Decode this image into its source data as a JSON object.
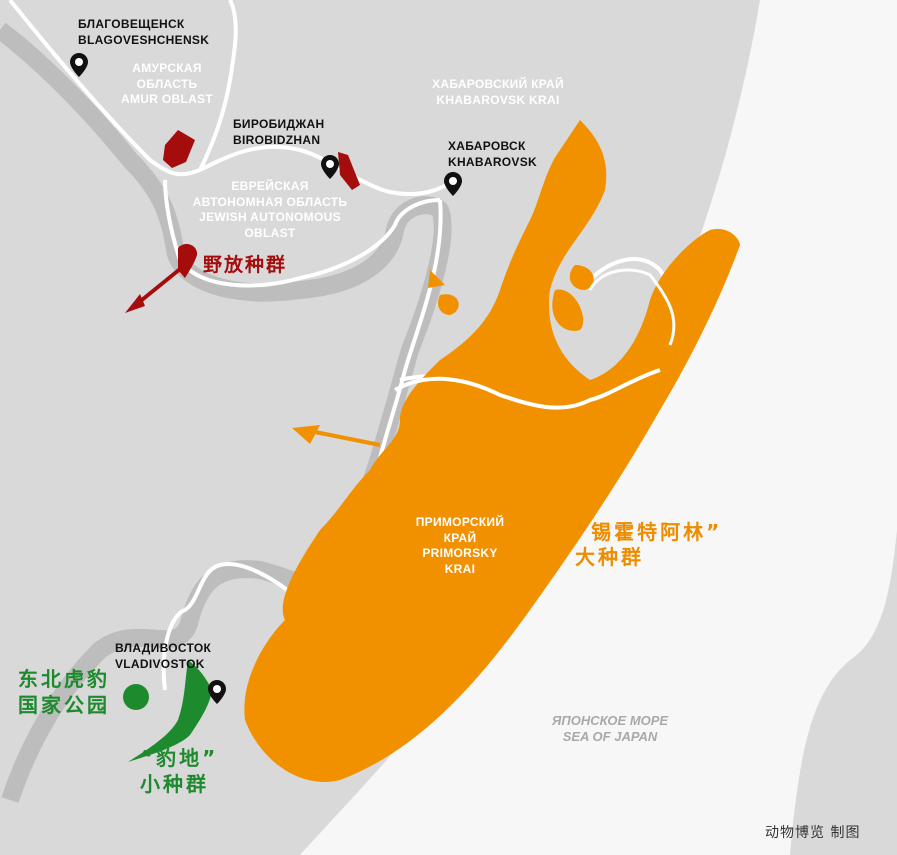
{
  "map": {
    "colors": {
      "land": "#d9d9d9",
      "land_shadow": "#bdbdbd",
      "sea": "#f7f7f7",
      "border": "#ffffff",
      "release_population": "#a50d0d",
      "sikhote_alin_population": "#f29100",
      "leopard_land_population": "#1e8a2e"
    },
    "cities": [
      {
        "name_ru": "БЛАГОВЕЩЕНСК",
        "name_en": "BLAGOVESHCHENSK",
        "icon": "map-pin-icon"
      },
      {
        "name_ru": "БИРОБИДЖАН",
        "name_en": "BIROBIDZHAN",
        "icon": "map-pin-icon"
      },
      {
        "name_ru": "ХАБАРОВСК",
        "name_en": "KHABAROVSK",
        "icon": "map-pin-icon"
      },
      {
        "name_ru": "ВЛАДИВОСТОК",
        "name_en": "VLADIVOSTOK",
        "icon": "map-pin-icon"
      }
    ],
    "regions": [
      {
        "name_ru_1": "АМУРСКАЯ",
        "name_ru_2": "ОБЛАСТЬ",
        "name_en": "AMUR OBLAST"
      },
      {
        "name_ru": "ХАБАРОВСКИЙ КРАЙ",
        "name_en": "KHABAROVSK KRAI"
      },
      {
        "name_ru_1": "ЕВРЕЙСКАЯ",
        "name_ru_2": "АВТОНОМНАЯ ОБЛАСТЬ",
        "name_en_1": "JEWISH AUTONOMOUS",
        "name_en_2": "OBLAST"
      },
      {
        "name_ru_1": "ПРИМОРСКИЙ",
        "name_ru_2": "КРАЙ",
        "name_en_1": "PRIMORSKY",
        "name_en_2": "KRAI"
      }
    ],
    "sea": {
      "name_ru": "ЯПОНСКОЕ МОРЕ",
      "name_en": "SEA OF JAPAN"
    },
    "populations": {
      "release": {
        "label": "野放种群"
      },
      "sikhote_alin": {
        "line1": "“锡霍特阿林”",
        "line2": "大种群"
      },
      "leopard_land": {
        "line1": "“豹地”",
        "line2": "小种群"
      }
    },
    "park": {
      "line1": "东北虎豹",
      "line2": "国家公园"
    },
    "credit": "动物博览  制图"
  }
}
